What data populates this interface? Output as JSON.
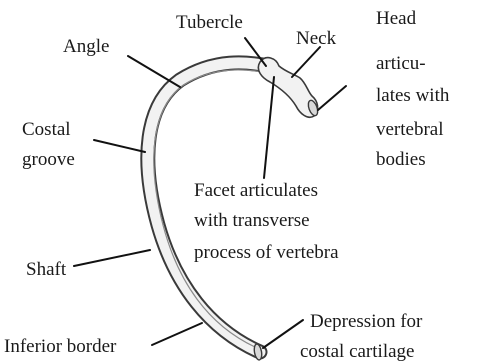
{
  "diagram": {
    "labels": {
      "tubercle": "Tubercle",
      "neck": "Neck",
      "angle": "Angle",
      "head": [
        "Head",
        "articu-",
        "lates with",
        "vertebral",
        "bodies"
      ],
      "costal_groove": [
        "Costal",
        "groove"
      ],
      "facet": [
        "Facet articulates",
        "with transverse",
        "process of vertebra"
      ],
      "shaft": "Shaft",
      "inferior_border": "Inferior border",
      "depression": [
        "Depression for",
        "costal cartilage"
      ]
    },
    "colors": {
      "bone_fill": "#f2f2f2",
      "bone_outline": "#3a3a3a",
      "line": "#111111",
      "text": "#1a1a1a"
    }
  }
}
